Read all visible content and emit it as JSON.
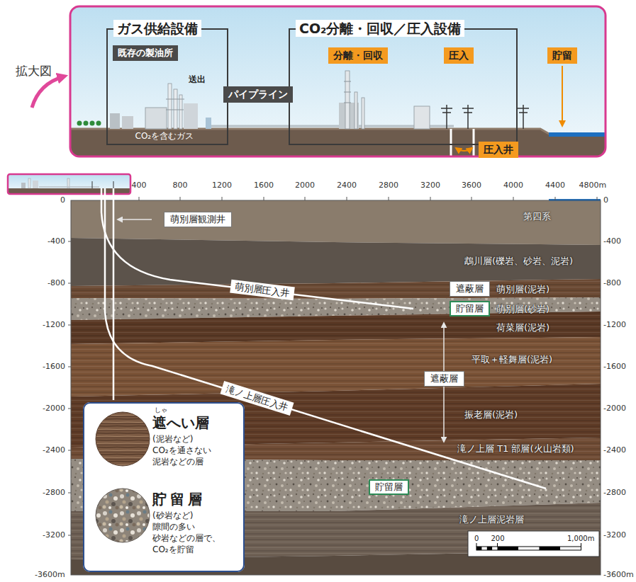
{
  "diagram": {
    "nodes": [
      {
        "text": [
          "ガス供給設備"
        ]
      },
      {
        "text": [
          "既存の製油所"
        ],
        "in": 0
      },
      {
        "text": [
          "パイプライン"
        ]
      },
      {
        "text": [
          "CO₂分離・回収／圧入設備"
        ]
      },
      {
        "text": [
          "分離・回収"
        ],
        "in": 3
      },
      {
        "text": [
          "圧入"
        ],
        "in": 3
      },
      {
        "text": [
          "貯留"
        ]
      },
      {
        "text": [
          "圧入井"
        ]
      },
      {
        "text": [
          "萌別層観測井"
        ]
      },
      {
        "text": [
          "遮蔽層"
        ]
      },
      {
        "text": [
          "貯留層"
        ]
      },
      {
        "text": [
          "遮蔽層"
        ]
      },
      {
        "text": [
          "貯留層"
        ]
      },
      {
        "text": [
          "しゃ",
          "遮へい層",
          "(泥岩など)",
          "CO₂を通さない 泥岩などの層",
          "貯留層",
          "(砂岩など)",
          "隙間の多い 砂岩などの層で、 CO₂を貯留"
        ]
      }
    ],
    "labels": [
      "拡大図",
      "送出",
      "CO₂を含むガス",
      "400",
      "800",
      "1200",
      "1600",
      "2000",
      "2400",
      "2800",
      "3200",
      "3600",
      "4000",
      "4400",
      "4800m",
      "0",
      "-400",
      "-800",
      "-1200",
      "-1600",
      "-2000",
      "-2400",
      "-2800",
      "-3200",
      "-3600m",
      "0",
      "-400",
      "-800",
      "-1200",
      "-1600",
      "-2000",
      "-2400",
      "-2800",
      "-3200",
      "-3600m",
      "第四系",
      "鵡川層(礫岩、砂岩、泥岩)",
      "萌別層(泥岩)",
      "萌別層(砂岩)",
      "荷菜層(泥岩)",
      "平取＋軽舞層(泥岩)",
      "振老層(泥岩)",
      "滝ノ上層 T1 部層(火山岩類)",
      "滝ノ上層泥岩層",
      "萌別層圧入井",
      "滝ノ上層圧入井",
      "0",
      "200",
      "1,000m"
    ]
  }
}
